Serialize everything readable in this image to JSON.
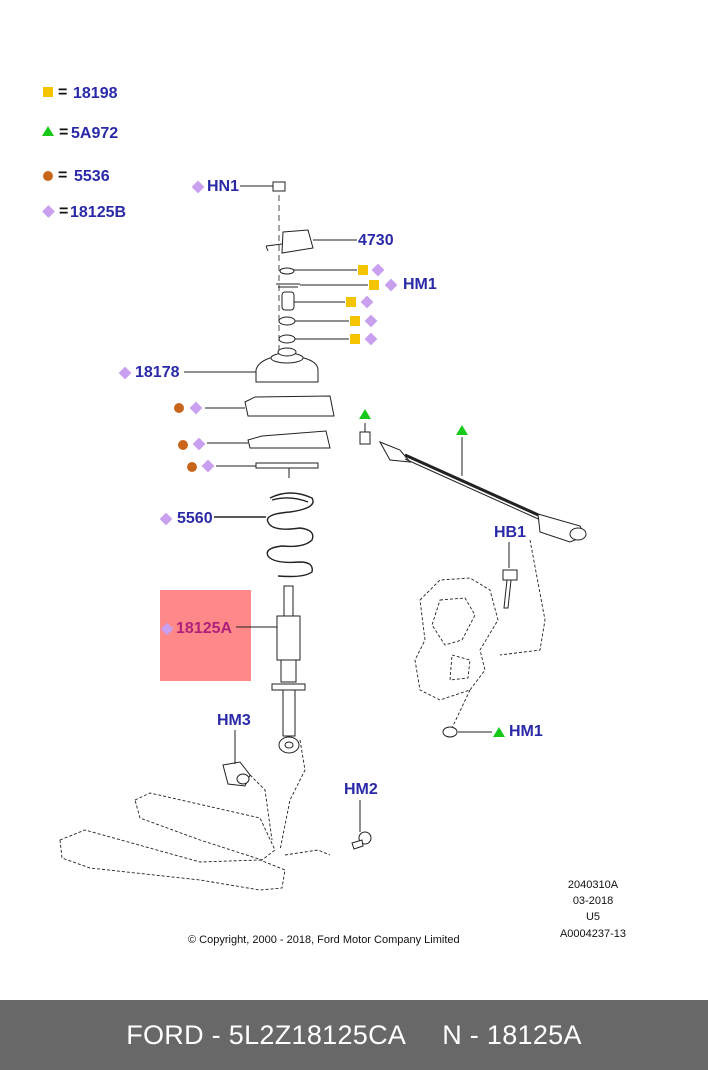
{
  "legend": [
    {
      "marker": "square",
      "color": "#f5c400",
      "value": "18198",
      "prefix": "= "
    },
    {
      "marker": "triangle",
      "color": "#19c919",
      "value": "5A972",
      "prefix": "="
    },
    {
      "marker": "circle",
      "color": "#c8651b",
      "value": "5536",
      "prefix": "= "
    },
    {
      "marker": "diamond",
      "color": "#c9a0f0",
      "value": "18125B",
      "prefix": "="
    }
  ],
  "callouts": {
    "hn1": "HN1",
    "p4730": "4730",
    "hm1_top": "HM1",
    "p18178": "18178",
    "p5560": "5560",
    "p18125a": "18125A",
    "hb1": "HB1",
    "hm1_bottom": "HM1",
    "hm3": "HM3",
    "hm2": "HM2"
  },
  "meta": {
    "code": "2040310A",
    "date": "03-2018",
    "variant": "U5",
    "ref": "A0004237-13"
  },
  "copyright": "© Copyright, 2000 - 2018, Ford Motor Company Limited",
  "footer": {
    "brand_part": "FORD - 5L2Z18125CA",
    "n_part": "N - 18125A"
  },
  "colors": {
    "label_blue": "#2a2aa8",
    "highlight": "#ff7f7f",
    "footer_bg": "#686868",
    "square": "#f5c400",
    "triangle": "#19c919",
    "circle": "#c8651b",
    "diamond": "#c9a0f0"
  }
}
